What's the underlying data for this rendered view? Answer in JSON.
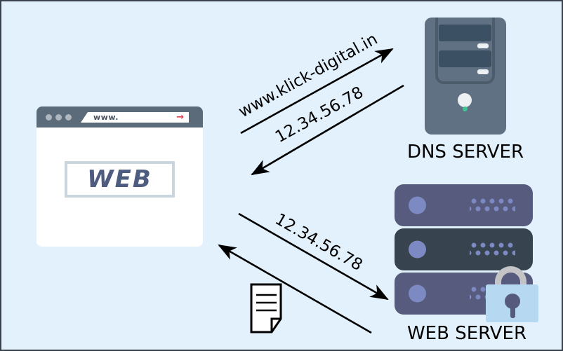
{
  "colors": {
    "background": "#e3f1fd",
    "frame_border": "#39424d",
    "browser_chrome": "#5c6b7a",
    "accent_red": "#e23c50",
    "web_text": "#4e5c7f",
    "dns_tower": "#5f7183",
    "dns_bay": "#3c5063",
    "rack_purple": "#575c7e",
    "rack_dark": "#37434e",
    "rack_dot": "#7d89c2",
    "lock_body": "#b6d8f1",
    "lock_shackle": "#c4c4c7",
    "led_green": "#3dc493",
    "arrow_color": "#000000"
  },
  "browser": {
    "url_text": "www.",
    "go_icon": "→",
    "content_label": "WEB"
  },
  "dns_server": {
    "label": "DNS SERVER"
  },
  "web_server": {
    "label": "WEB SERVER"
  },
  "arrows": {
    "dns_request_label": "www.klick-digital.in",
    "dns_response_label": "12.34.56.78",
    "web_request_label": "12.34.56.78"
  },
  "icons": {
    "go_arrow_glyph": "→",
    "document": "page-with-folded-corner",
    "padlock": "lock",
    "dns_tower": "server-tower",
    "web_rack": "server-rack-stack",
    "browser": "browser-window"
  }
}
